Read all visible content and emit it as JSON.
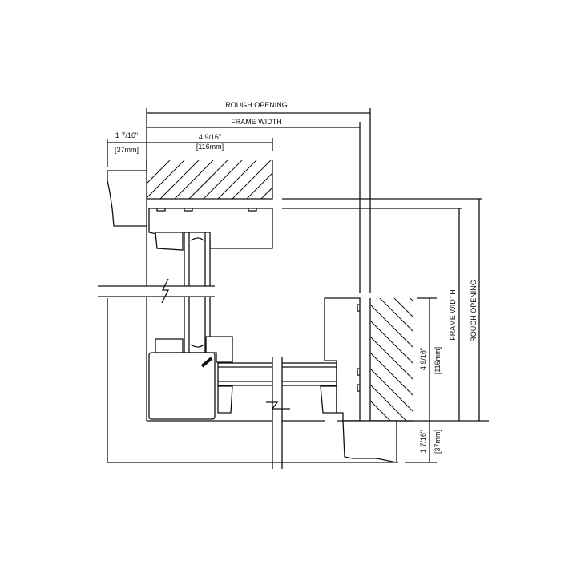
{
  "labels": {
    "rough_opening_top": "ROUGH OPENING",
    "frame_width_top": "FRAME WIDTH",
    "left_trim_in": "1 7/16\"",
    "left_trim_mm": "[37mm]",
    "head_depth_in": "4 9/16\"",
    "head_depth_mm": "[116mm]",
    "frame_width_right": "FRAME WIDTH",
    "rough_opening_right": "ROUGH OPENING",
    "jamb_depth_in": "4 9/16\"",
    "jamb_depth_mm": "[116mm]",
    "bottom_trim_in": "1 7/16\"",
    "bottom_trim_mm": "[37mm]"
  },
  "colors": {
    "line": "#111111",
    "background": "#ffffff"
  }
}
